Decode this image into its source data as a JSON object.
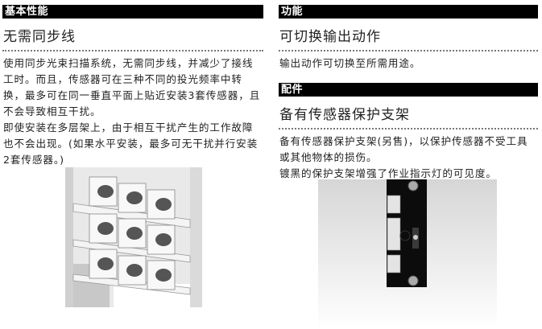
{
  "left": {
    "section_header": "基本性能",
    "subtitle": "无需同步线",
    "paragraphs": [
      "使用同步光束扫描系统，无需同步线，并减少了接线工时。而且，传感器可在三种不同的投光频率中转换，最多可在同一垂直平面上贴近安装3套传感器，且不会导致相互干扰。",
      "即使安装在多层架上，由于相互干扰产生的工作故障也不会出现。(如果水平安装，最多可无干扰并行安装2套传感器。)"
    ],
    "image": "multi-shelf-sensor-installation-illustration"
  },
  "right": {
    "function": {
      "section_header": "功能",
      "subtitle": "可切换输出动作",
      "paragraphs": [
        "输出动作可切换至所需用途。"
      ]
    },
    "accessories": {
      "section_header": "配件",
      "subtitle": "备有传感器保护支架",
      "paragraphs": [
        "备有传感器保护支架(另售)，以保护传感器不受工具或其他物体的损伤。",
        "镀黑的保护支架增强了作业指示灯的可见度。"
      ],
      "image": "black-protective-bracket-photo"
    }
  },
  "colors": {
    "header_bg": "#000000",
    "header_text": "#ffffff",
    "body_text": "#222222"
  }
}
